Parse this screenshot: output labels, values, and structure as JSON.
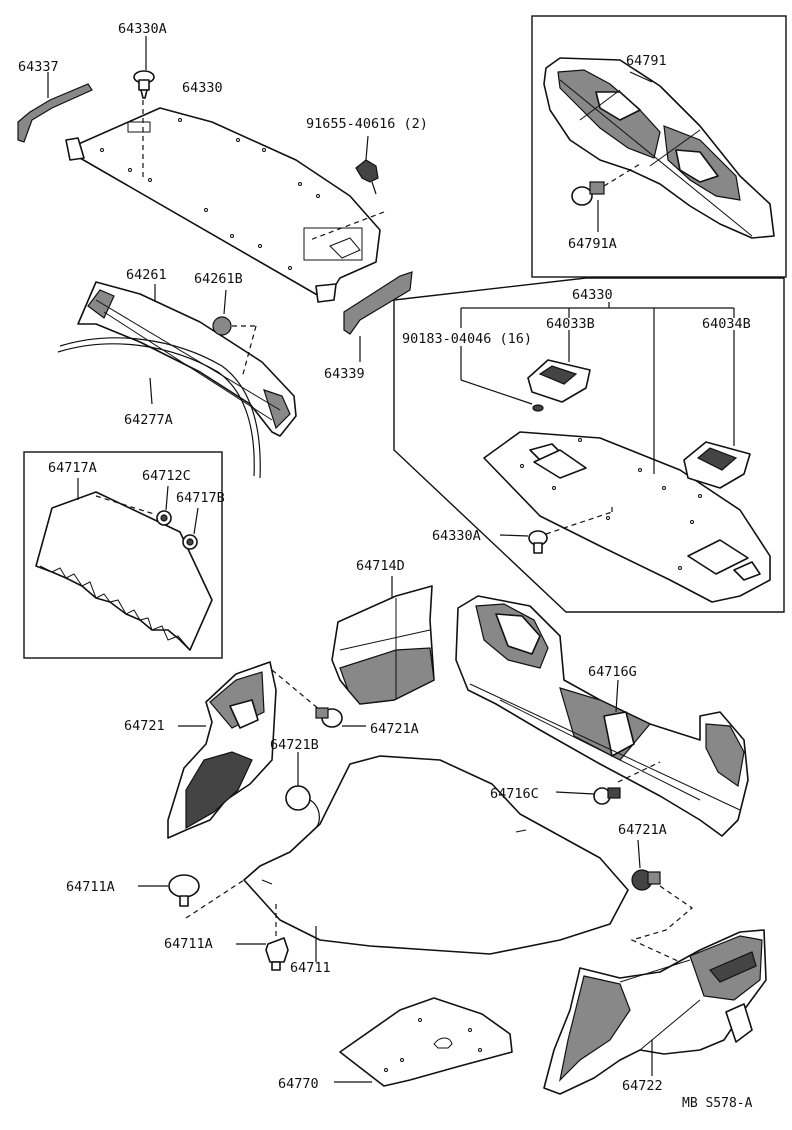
{
  "diagram": {
    "labels": {
      "l_64337": "64337",
      "l_64330A_top": "64330A",
      "l_64330_top": "64330",
      "l_91655": "91655-40616 (2)",
      "l_64791": "64791",
      "l_64791A": "64791A",
      "l_64261": "64261",
      "l_64261B": "64261B",
      "l_64330_box": "64330",
      "l_90183": "90183-04046 (16)",
      "l_64033B": "64033B",
      "l_64034B": "64034B",
      "l_64339": "64339",
      "l_64277A": "64277A",
      "l_64717A": "64717A",
      "l_64712C": "64712C",
      "l_64717B": "64717B",
      "l_64330A_box": "64330A",
      "l_64714D": "64714D",
      "l_64716G": "64716G",
      "l_64721": "64721",
      "l_64721A_left": "64721A",
      "l_64721B": "64721B",
      "l_64716C": "64716C",
      "l_64721A_right": "64721A",
      "l_64711A_a": "64711A",
      "l_64711A_b": "64711A",
      "l_64711": "64711",
      "l_64770": "64770",
      "l_64722": "64722"
    },
    "reference_code": "MB  S578-A"
  }
}
